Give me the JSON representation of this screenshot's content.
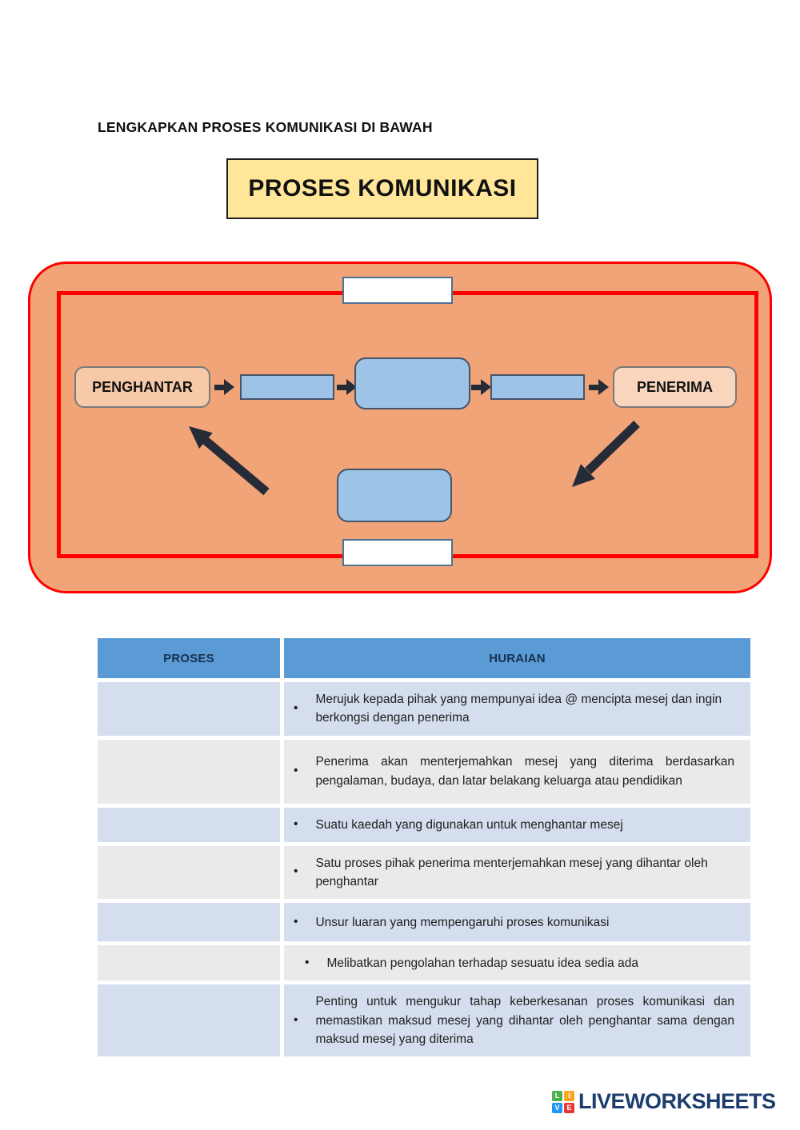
{
  "page": {
    "heading": "LENGKAPKAN PROSES KOMUNIKASI DI BAWAH",
    "title": "PROSES KOMUNIKASI"
  },
  "diagram": {
    "sender_label": "PENGHANTAR",
    "receiver_label": "PENERIMA",
    "inputs": {
      "top_value": "",
      "bottom_value": ""
    },
    "colors": {
      "panel_bg": "#F1A478",
      "panel_border": "#FE0000",
      "blue_box": "#9DC3E6",
      "blue_box_border": "#44546A",
      "sender_bg": "#F6C9A8",
      "receiver_bg": "#F9D5BD",
      "arrow": "#262B38"
    }
  },
  "table": {
    "bullet": "•",
    "headers": {
      "proses": "PROSES",
      "huraian": "HURAIAN"
    },
    "rows": [
      {
        "proses": "",
        "huraian": "Merujuk kepada pihak yang mempunyai idea @ mencipta mesej dan ingin berkongsi dengan penerima"
      },
      {
        "proses": "",
        "huraian": "Penerima akan menterjemahkan mesej yang diterima berdasarkan pengalaman, budaya, dan latar belakang keluarga atau pendidikan"
      },
      {
        "proses": "",
        "huraian": "Suatu kaedah yang digunakan untuk menghantar mesej"
      },
      {
        "proses": "",
        "huraian": "Satu proses pihak penerima menterjemahkan mesej yang dihantar oleh penghantar"
      },
      {
        "proses": "",
        "huraian": "Unsur luaran yang mempengaruhi proses komunikasi"
      },
      {
        "proses": "",
        "huraian": "Melibatkan pengolahan terhadap sesuatu idea sedia ada"
      },
      {
        "proses": "",
        "huraian": "Penting untuk mengukur tahap keberkesanan proses komunikasi dan memastikan maksud mesej yang dihantar oleh penghantar sama dengan maksud mesej yang diterima"
      }
    ],
    "colors": {
      "header_bg": "#5B9BD5",
      "header_text": "#17304F",
      "row_blue": "#D5DEEE",
      "row_gray": "#EAEAEA"
    }
  },
  "footer": {
    "brand": "LIVEWORKSHEETS",
    "brand_color": "#1C3D6E",
    "logo_letters": [
      {
        "letter": "L",
        "color": "#4CAF50"
      },
      {
        "letter": "I",
        "color": "#F9A825"
      },
      {
        "letter": "V",
        "color": "#2196F3"
      },
      {
        "letter": "E",
        "color": "#E53935"
      }
    ]
  }
}
